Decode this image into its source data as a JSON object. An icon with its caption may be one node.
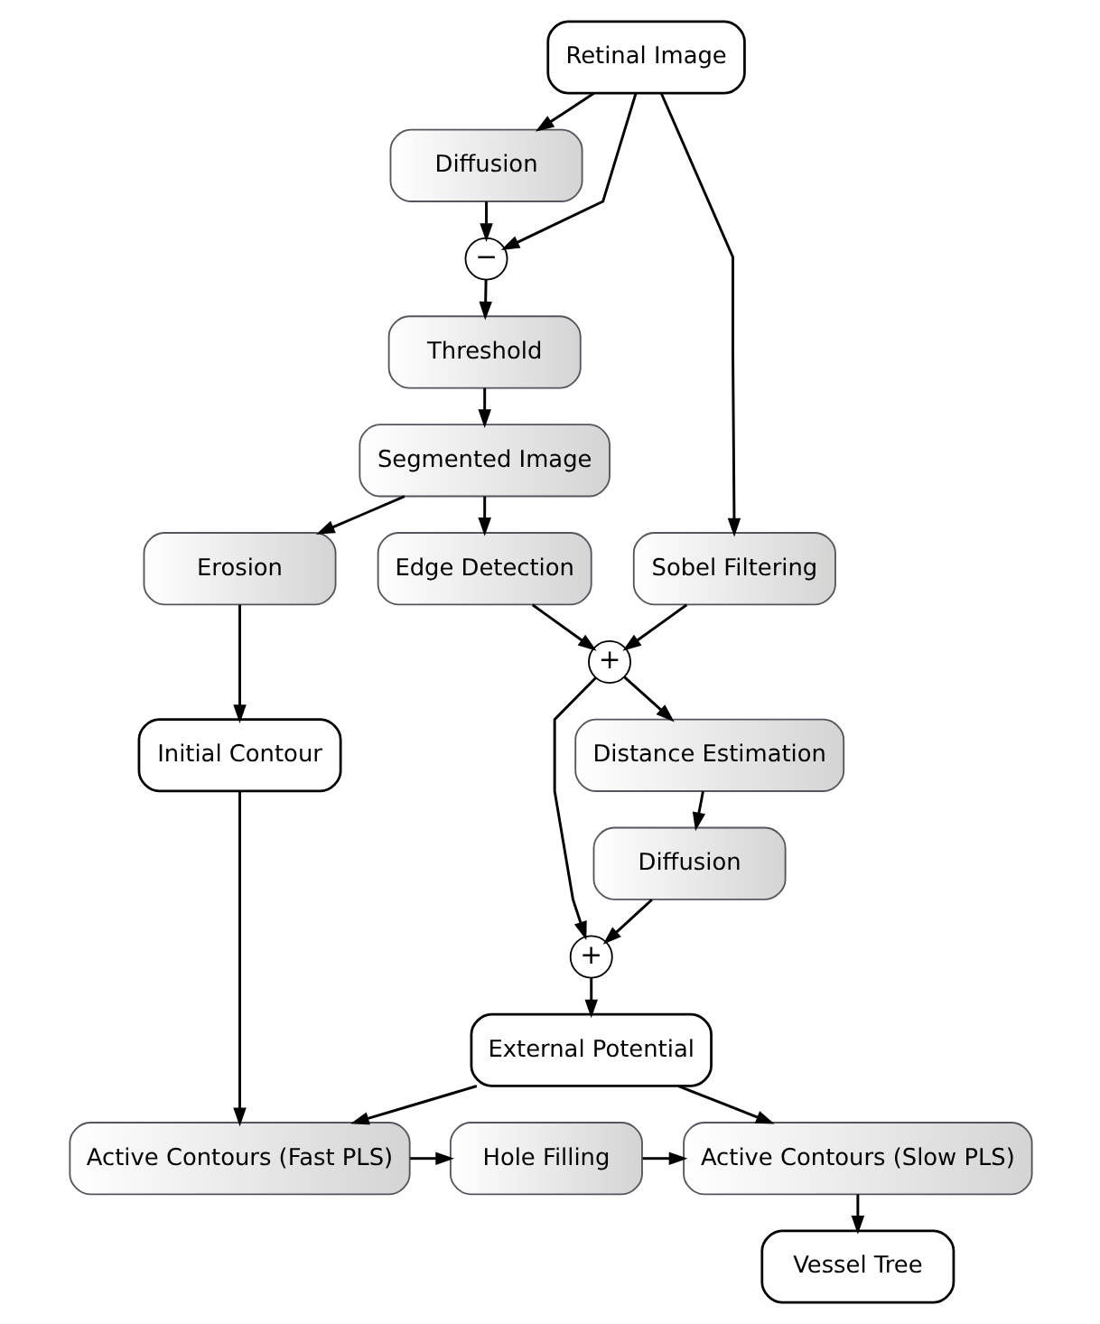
{
  "diagram": {
    "nodes": [
      {
        "text": [
          "Retinal Image"
        ]
      },
      {
        "text": [
          "Diffusion"
        ]
      },
      {
        "text": [
          "−"
        ]
      },
      {
        "text": [
          "Edge Detection"
        ]
      },
      {
        "text": [
          "Sobel Filtering"
        ]
      },
      {
        "text": [
          "+"
        ]
      },
      {
        "text": [
          "Threshold"
        ]
      },
      {
        "text": [
          "Segmented Image"
        ]
      },
      {
        "text": [
          "Distance Estimation"
        ]
      },
      {
        "text": [
          "Diffusion"
        ]
      },
      {
        "text": [
          "+"
        ]
      },
      {
        "text": [
          "Erosion"
        ]
      },
      {
        "text": [
          "Initial Contour"
        ]
      },
      {
        "text": [
          "External Potential"
        ]
      },
      {
        "text": [
          "Active Contours (Fast PLS)"
        ]
      },
      {
        "text": [
          "Hole Filling"
        ]
      },
      {
        "text": [
          "Active Contours (Slow PLS)"
        ]
      },
      {
        "text": [
          "Vessel Tree"
        ]
      }
    ],
    "edges": [
      {
        "from": 0,
        "to": 1,
        "arrow": "to"
      },
      {
        "from": 0,
        "to": 2,
        "arrow": "to"
      },
      {
        "from": 0,
        "to": 4,
        "arrow": "to"
      },
      {
        "from": 1,
        "to": 2,
        "arrow": "to"
      },
      {
        "from": 2,
        "to": 6,
        "arrow": "to"
      },
      {
        "from": 6,
        "to": 7,
        "arrow": "to"
      },
      {
        "from": 7,
        "to": 11,
        "arrow": "to"
      },
      {
        "from": 7,
        "to": 3,
        "arrow": "to"
      },
      {
        "from": 3,
        "to": 5,
        "arrow": "to"
      },
      {
        "from": 4,
        "to": 5,
        "arrow": "to"
      },
      {
        "from": 5,
        "to": 8,
        "arrow": "to"
      },
      {
        "from": 5,
        "to": 10,
        "arrow": "to"
      },
      {
        "from": 8,
        "to": 9,
        "arrow": "to"
      },
      {
        "from": 9,
        "to": 10,
        "arrow": "to"
      },
      {
        "from": 10,
        "to": 13,
        "arrow": "to"
      },
      {
        "from": 11,
        "to": 12,
        "arrow": "to"
      },
      {
        "from": 12,
        "to": 14,
        "arrow": "to"
      },
      {
        "from": 13,
        "to": 14,
        "arrow": "to"
      },
      {
        "from": 13,
        "to": 16,
        "arrow": "to"
      },
      {
        "from": 14,
        "to": 15,
        "arrow": "to"
      },
      {
        "from": 15,
        "to": 16,
        "arrow": "to"
      },
      {
        "from": 16,
        "to": 17,
        "arrow": "to"
      }
    ]
  }
}
